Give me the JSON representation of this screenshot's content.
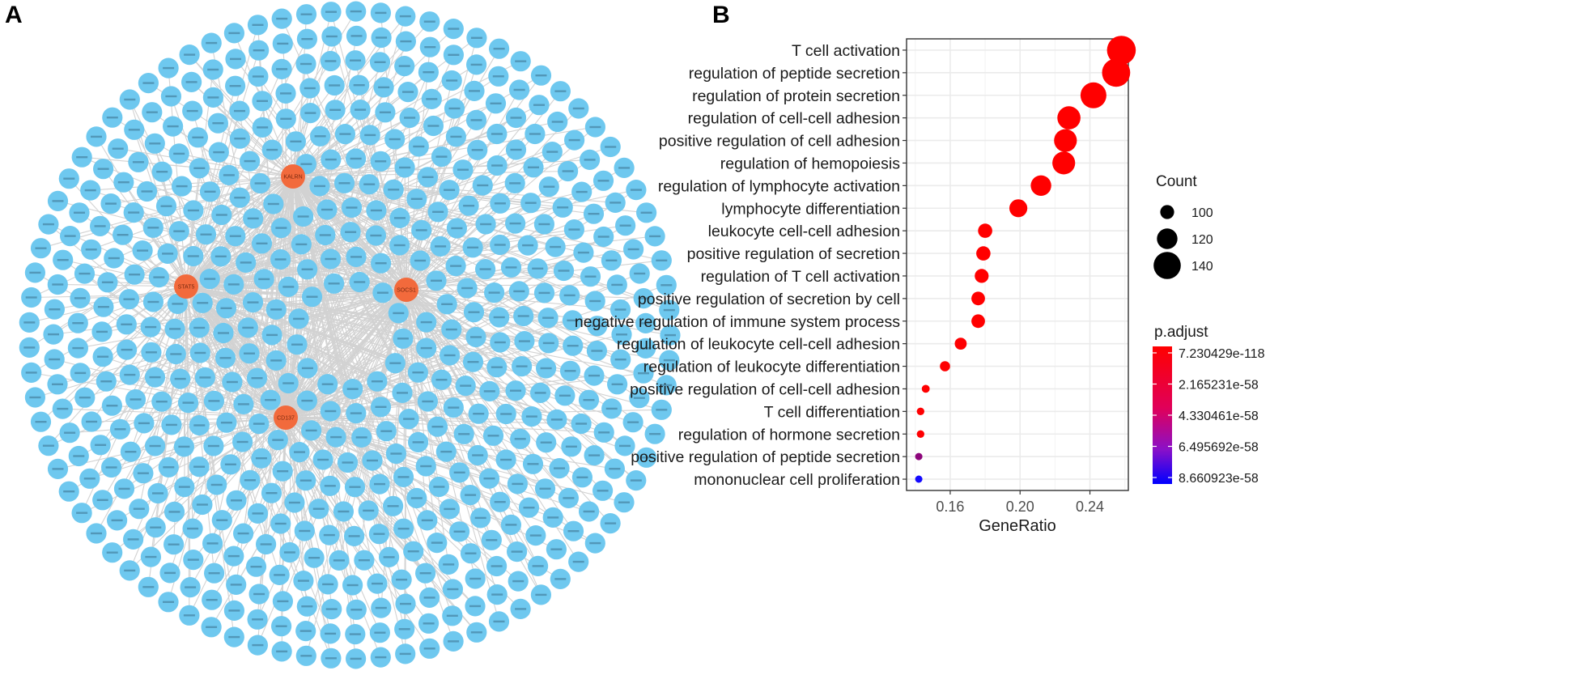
{
  "panels": {
    "a_label": "A",
    "b_label": "B"
  },
  "network": {
    "hub_nodes": [
      {
        "id": "hub-1",
        "label": "KALRN"
      },
      {
        "id": "hub-2",
        "label": "STAT5"
      },
      {
        "id": "hub-3",
        "label": "SOCS1"
      },
      {
        "id": "hub-4",
        "label": "CD137"
      }
    ],
    "colors": {
      "node": "#6ec8ef",
      "hub": "#f26a3c",
      "edge": "#d2d2d2"
    }
  },
  "chart_data": {
    "type": "scatter",
    "title": "",
    "xlabel": "GeneRatio",
    "ylabel": "",
    "xlim": [
      0.135,
      0.262
    ],
    "xticks": [
      0.16,
      0.2,
      0.24
    ],
    "xtick_labels": [
      "0.16",
      "0.20",
      "0.24"
    ],
    "categories": [
      "T cell activation",
      "regulation of peptide secretion",
      "regulation of protein secretion",
      "regulation of cell-cell adhesion",
      "positive regulation of cell adhesion",
      "regulation of hemopoiesis",
      "regulation of lymphocyte activation",
      "lymphocyte differentiation",
      "leukocyte cell-cell adhesion",
      "positive regulation of secretion",
      "regulation of T cell activation",
      "positive regulation of secretion by cell",
      "negative regulation of immune system process",
      "regulation of leukocyte cell-cell adhesion",
      "regulation of leukocyte differentiation",
      "positive regulation of cell-cell adhesion",
      "T cell differentiation",
      "regulation of hormone secretion",
      "positive regulation of peptide secretion",
      "mononuclear cell proliferation"
    ],
    "x": [
      0.258,
      0.255,
      0.242,
      0.228,
      0.226,
      0.225,
      0.212,
      0.199,
      0.18,
      0.179,
      0.178,
      0.176,
      0.176,
      0.166,
      0.157,
      0.146,
      0.143,
      0.143,
      0.142,
      0.142
    ],
    "count": [
      145,
      143,
      136,
      128,
      127,
      127,
      120,
      112,
      101,
      101,
      100,
      99,
      99,
      94,
      89,
      82,
      81,
      81,
      80,
      80
    ],
    "p_adjust": [
      7.230429e-118,
      1e-100,
      1e-90,
      1e-80,
      1e-78,
      1e-75,
      1e-70,
      1e-65,
      1e-60,
      1e-60,
      1e-60,
      1e-60,
      1e-60,
      1e-59,
      1e-59,
      5e-60,
      1e-59,
      1e-59,
      4.6e-58,
      8.660923e-58
    ],
    "legend": {
      "size_title": "Count",
      "size_values": [
        100,
        120,
        140
      ],
      "color_title": "p.adjust",
      "color_labels": [
        "7.230429e-118",
        "2.165231e-58",
        "4.330461e-58",
        "6.495692e-58",
        "8.660923e-58"
      ],
      "color_low": "#ff0000",
      "color_high": "#0000ff",
      "placement": "right"
    },
    "grid": true,
    "background": "#ffffff",
    "grid_color": "#ebebeb"
  }
}
